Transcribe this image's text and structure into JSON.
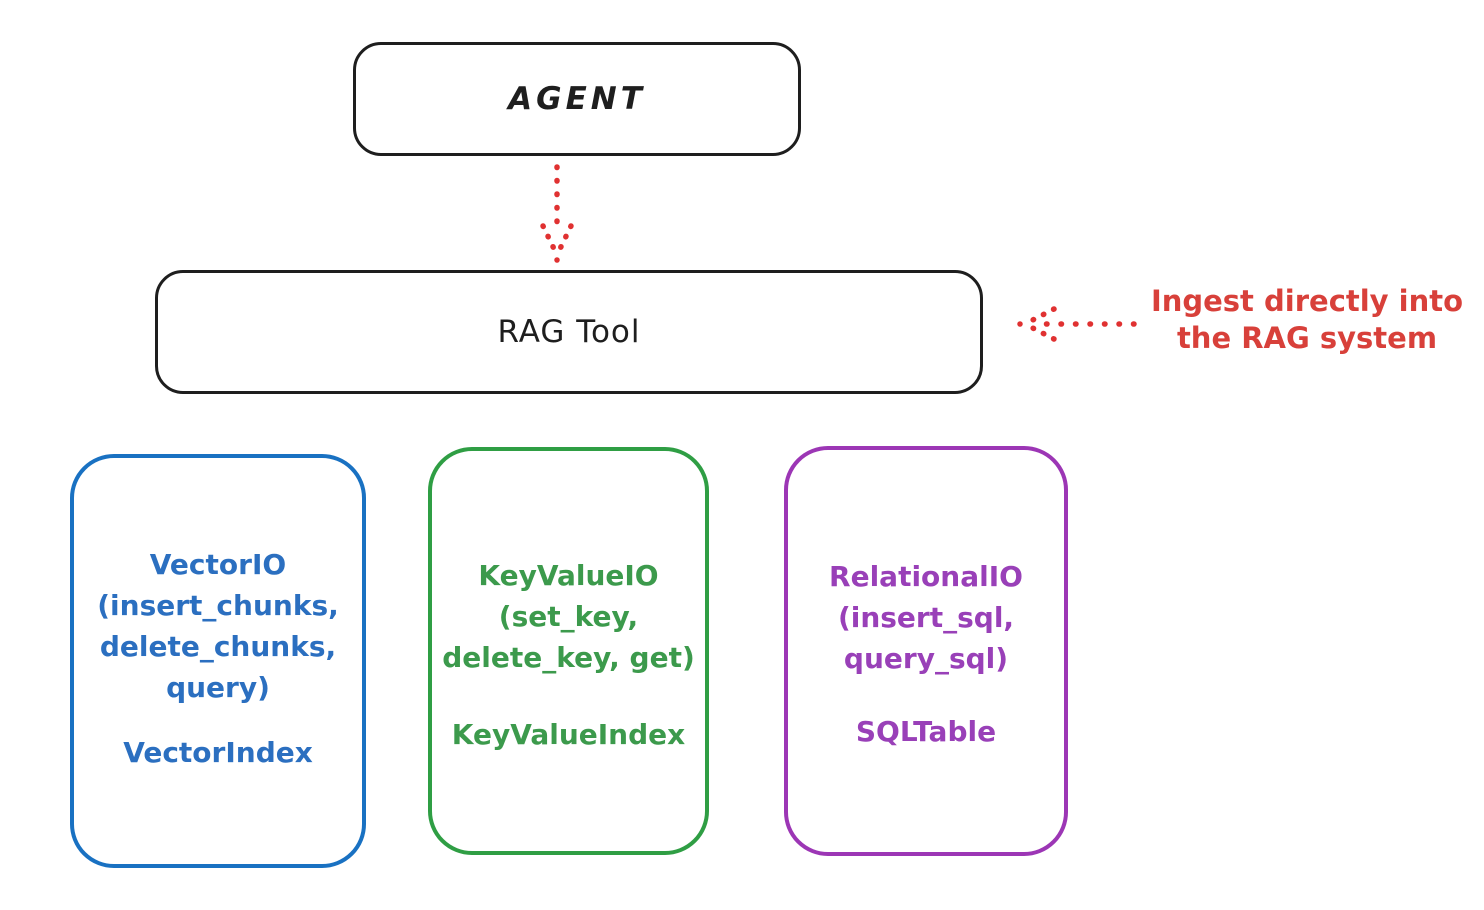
{
  "diagram": {
    "background": "#ffffff",
    "colors": {
      "stroke_black": "#1e1e1e",
      "red": "#e03131",
      "blue": "#1971c2",
      "green": "#2f9e44",
      "purple": "#9c36b5"
    },
    "nodes": {
      "agent": {
        "label": "AGENT"
      },
      "rag_tool": {
        "label": "RAG Tool"
      },
      "vector": {
        "lines": [
          "VectorIO",
          "(insert_chunks,",
          "delete_chunks,",
          "query)"
        ],
        "footer": "VectorIndex",
        "color": "#1971c2"
      },
      "keyvalue": {
        "lines": [
          "KeyValueIO",
          "(set_key,",
          "delete_key, get)"
        ],
        "footer": "KeyValueIndex",
        "color": "#2f9e44"
      },
      "relational": {
        "lines": [
          "RelationalIO",
          "(insert_sql,",
          "query_sql)"
        ],
        "footer": "SQLTable",
        "color": "#9c36b5"
      }
    },
    "annotation": {
      "line1": "Ingest directly into",
      "line2": "the RAG system",
      "color": "#e03131"
    },
    "connectors": {
      "agent_to_rag_tool": "dotted-arrow-down",
      "ingest_note_to_rag_tool": "dotted-arrow-left"
    }
  }
}
